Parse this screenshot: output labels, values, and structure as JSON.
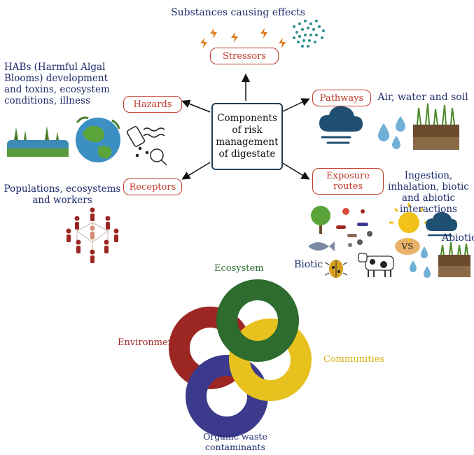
{
  "center": {
    "label": "Components of risk management of digestate"
  },
  "stressors": {
    "label": "Stressors",
    "description": "Substances causing effects"
  },
  "hazards": {
    "label": "Hazards",
    "description": "HABs (Harmful Algal Blooms) development and toxins, ecosystem conditions, illness"
  },
  "pathways": {
    "label": "Pathways",
    "description": "Air, water and soil"
  },
  "receptors": {
    "label": "Receptors",
    "description": "Populations, ecosystems and workers"
  },
  "exposure": {
    "label": "Exposure routes",
    "description": "Ingestion, inhalation, biotic and abiotic interactions",
    "biotic_label": "Biotic",
    "abiotic_label": "Abiotic",
    "vs_label": "VS"
  },
  "rings": {
    "ecosystem": {
      "label": "Ecosystem",
      "color": "#2e6b2f"
    },
    "environment": {
      "label": "Environment",
      "color": "#9b2622"
    },
    "communities": {
      "label": "Communities",
      "color": "#e7c21f"
    },
    "organic": {
      "label": "Organic waste contaminants",
      "color": "#3b3a8c"
    }
  }
}
